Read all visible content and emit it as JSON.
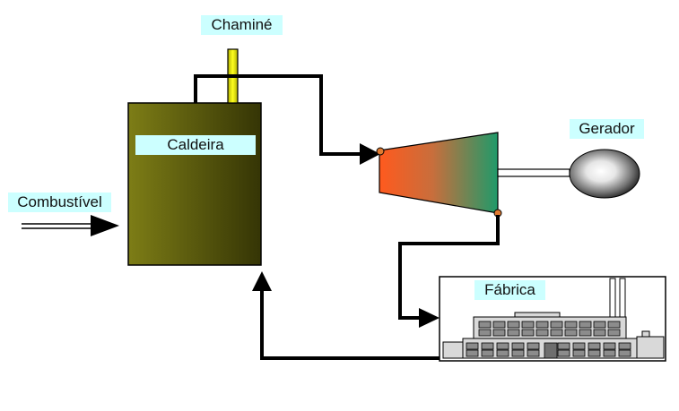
{
  "labels": {
    "chimney": "Chaminé",
    "boiler": "Caldeira",
    "fuel": "Combustível",
    "generator": "Gerador",
    "factory": "Fábrica"
  },
  "colors": {
    "boiler_light": "#7a7a14",
    "boiler_dark": "#3b3b06",
    "chimney": "#f0f000",
    "turbine_left": "#ff5a1e",
    "turbine_right": "#1f9a6a",
    "label_bg": "#ccffff",
    "pipe": "#000000"
  }
}
